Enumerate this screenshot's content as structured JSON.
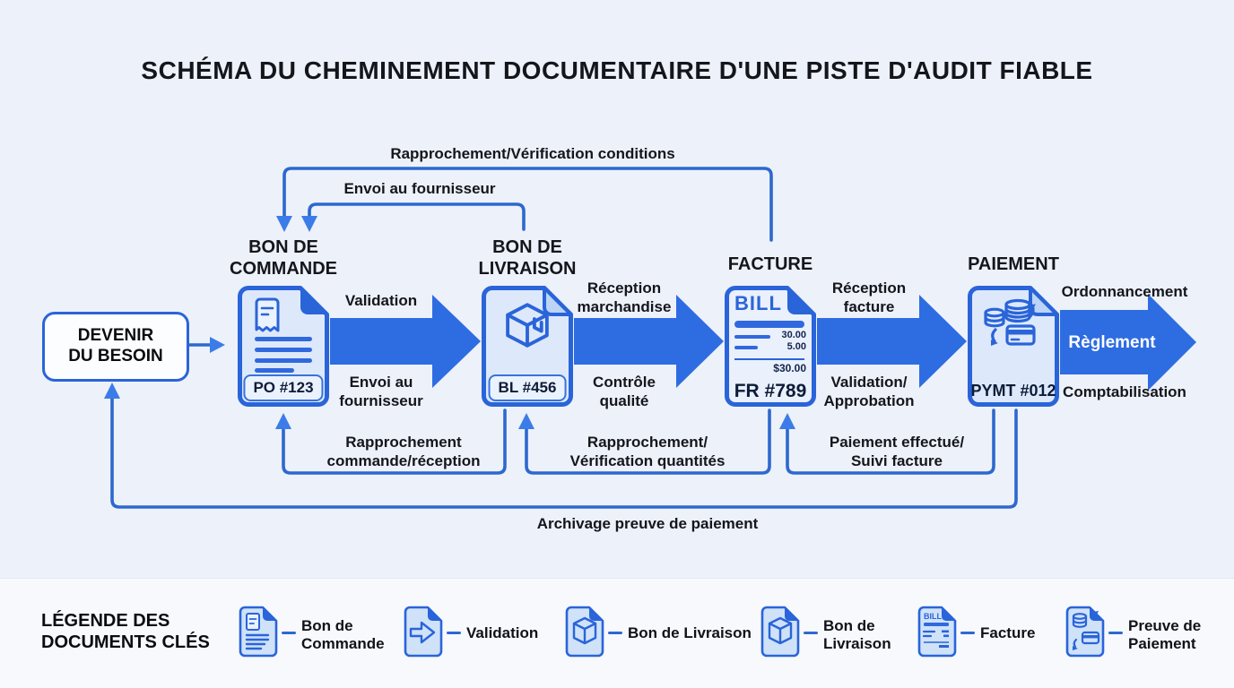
{
  "title": "SCHÉMA DU CHEMINEMENT DOCUMENTAIRE D'UNE PISTE D'AUDIT FIABLE",
  "colors": {
    "accent_blue": "#2a64d9",
    "arrow_blue": "#2e6ce2",
    "card_fill": "#dde9fb",
    "background": "#edf1f9"
  },
  "start": {
    "label": "DEVENIR\nDU BESOIN"
  },
  "top_links": {
    "conditions": "Rapprochement/Vérification conditions",
    "envoi": "Envoi au fournisseur"
  },
  "stages": [
    {
      "title": "BON DE\nCOMMANDE",
      "doc_id": "PO #123",
      "icon": "receipt-document"
    },
    {
      "title": "BON DE\nLIVRAISON",
      "doc_id": "BL #456",
      "icon": "package-box"
    },
    {
      "title": "FACTURE",
      "doc_id": "FR #789",
      "icon": "bill-invoice",
      "bill": {
        "header": "BILL",
        "amount1": "30.00",
        "amount2": "5.00",
        "total": "$30.00"
      }
    },
    {
      "title": "PAIEMENT",
      "doc_id": "PYMT #012",
      "icon": "coins-card"
    }
  ],
  "flows": [
    {
      "above": "Validation",
      "below": "Envoi au\nfournisseur"
    },
    {
      "above": "Réception\nmarchandise",
      "below": "Contrôle\nqualité"
    },
    {
      "above": "Réception\nfacture",
      "below": "Validation/\nApprobation"
    },
    {
      "above": "Ordonnancement",
      "on": "Règlement",
      "below": "Comptabilisation"
    }
  ],
  "returns": [
    {
      "label": "Rapprochement\ncommande/réception"
    },
    {
      "label": "Rapprochement/\nVérification quantités"
    },
    {
      "label": "Paiement effectué/\nSuivi facture"
    },
    {
      "label": "Archivage preuve de paiement"
    }
  ],
  "legend": {
    "title": "LÉGENDE DES\nDOCUMENTS CLÉS",
    "items": [
      {
        "label": "Bon de\nCommande",
        "icon": "doc-receipt"
      },
      {
        "label": "Validation",
        "icon": "doc-arrow"
      },
      {
        "label": "Bon de Livraison",
        "icon": "doc-package"
      },
      {
        "label": "Bon de\nLivraison",
        "icon": "doc-package"
      },
      {
        "label": "Facture",
        "icon": "doc-bill",
        "glyph": "BILL"
      },
      {
        "label": "Preuve de\nPaiement",
        "icon": "doc-payment"
      }
    ]
  }
}
